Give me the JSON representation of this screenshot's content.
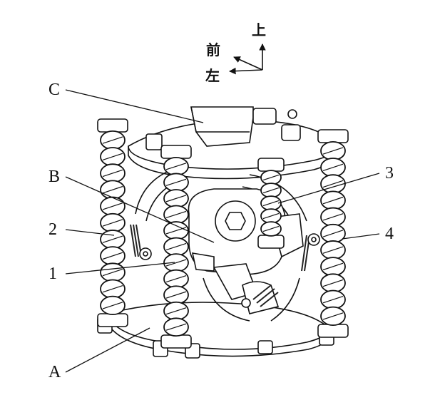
{
  "orientation": {
    "up": "上",
    "front": "前",
    "left": "左"
  },
  "callouts": {
    "C": "C",
    "B": "B",
    "two": "2",
    "one": "1",
    "A": "A",
    "three": "3",
    "four": "4"
  },
  "colors": {
    "line": "#111111",
    "spring_fill": "#ffffff",
    "hatch": "#222222"
  }
}
